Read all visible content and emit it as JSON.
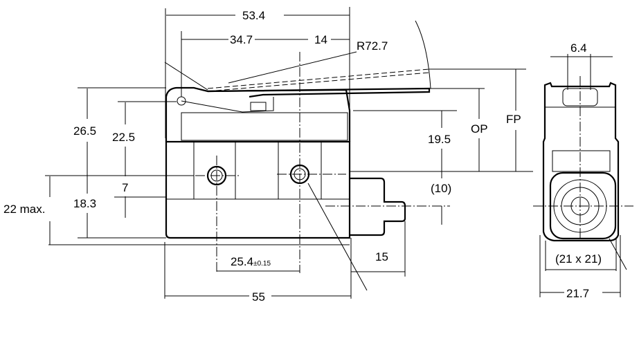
{
  "drawing": {
    "front_view": {
      "dims": {
        "overall_length_top": "53.4",
        "pivot_to_roller": "34.7",
        "roller_to_end": "14",
        "lever_radius": "R72.7",
        "pivot_height": "26.5",
        "lever_height": "22.5",
        "body_height": "19.5",
        "operating_position": "OP",
        "free_position": "FP",
        "max_height": "22 max.",
        "mount_height": "18.3",
        "hole_offset": "7",
        "plunger_offset": "(10)",
        "hole_pitch": "25.4",
        "hole_pitch_tolerance": "±0.15",
        "plunger_length": "15",
        "body_length": "55"
      }
    },
    "side_view": {
      "dims": {
        "roller_width": "6.4",
        "face_size": "(21 x 21)",
        "overall_width": "21.7"
      }
    }
  }
}
